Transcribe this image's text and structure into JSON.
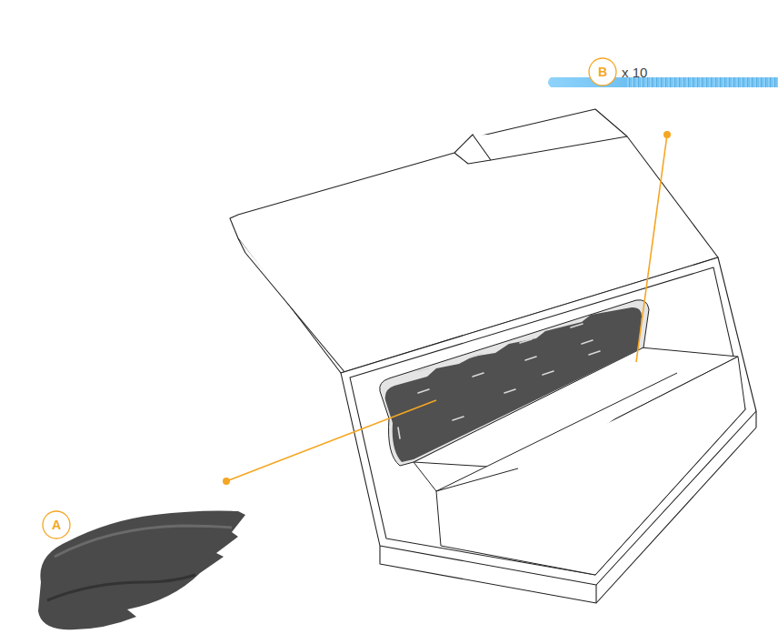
{
  "diagram": {
    "labels": [
      "A",
      "B",
      "x 10"
    ]
  }
}
